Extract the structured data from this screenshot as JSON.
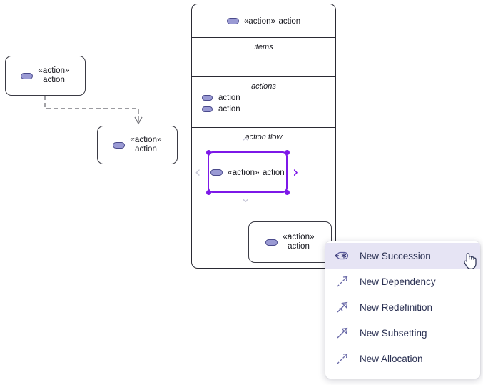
{
  "diagram": {
    "nodes": [
      {
        "id": "node-left-top",
        "keyword": "«action»",
        "name": "action",
        "icon": "action-pill-icon"
      },
      {
        "id": "node-left-bottom",
        "keyword": "«action»",
        "name": "action",
        "icon": "action-pill-icon"
      },
      {
        "id": "node-selected",
        "keyword": "«action»",
        "name": "action",
        "icon": "action-pill-icon",
        "selected": true
      },
      {
        "id": "node-bottom",
        "keyword": "«action»",
        "name": "action",
        "icon": "action-pill-icon"
      }
    ],
    "container": {
      "header": {
        "keyword": "«action»",
        "name": "action",
        "icon": "action-pill-icon"
      },
      "compartments": [
        {
          "title": "items",
          "rows": []
        },
        {
          "title": "actions",
          "rows": [
            {
              "label": "action",
              "icon": "action-pill-icon"
            },
            {
              "label": "action",
              "icon": "action-pill-icon"
            }
          ]
        },
        {
          "title": "action flow",
          "rows": []
        }
      ]
    },
    "selection": {
      "color": "#7d18e8",
      "handle_color": "#7d18e8",
      "chevrons": {
        "left": "‹",
        "right": "›",
        "up": "⌃",
        "down": "⌄"
      }
    },
    "connectors": [
      {
        "id": "dependency-connector",
        "style": "dashed",
        "color": "#7a7a80",
        "arrow": "open"
      },
      {
        "id": "succession-preview",
        "style": "dashed",
        "color": "#a13ce8",
        "arrow": "none"
      }
    ]
  },
  "context_menu": {
    "items": [
      {
        "label": "New Succession",
        "icon": "succession-icon",
        "active": true
      },
      {
        "label": "New Dependency",
        "icon": "dependency-icon",
        "active": false
      },
      {
        "label": "New Redefinition",
        "icon": "redefinition-icon",
        "active": false
      },
      {
        "label": "New Subsetting",
        "icon": "subsetting-icon",
        "active": false
      },
      {
        "label": "New Allocation",
        "icon": "allocation-icon",
        "active": false
      }
    ],
    "highlight_color": "#e6e4f4",
    "text_color": "#2c3254"
  },
  "cursor": {
    "type": "pointing-hand-cursor"
  }
}
